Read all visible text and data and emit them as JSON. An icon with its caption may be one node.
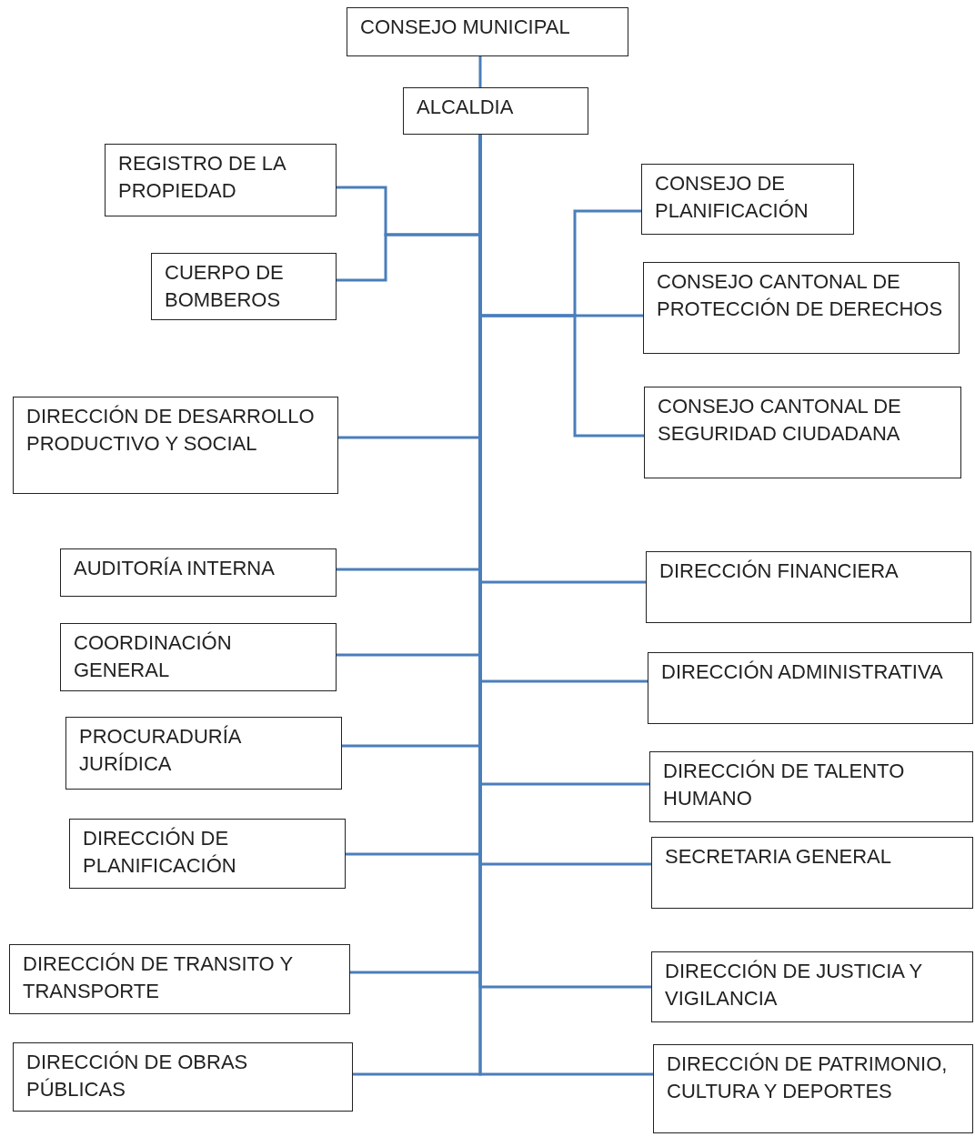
{
  "diagram": {
    "nodes": [
      {
        "text": [
          "CONSEJO MUNICIPAL"
        ]
      },
      {
        "text": [
          "ALCALDIA"
        ]
      },
      {
        "text": [
          "REGISTRO DE LA PROPIEDAD"
        ]
      },
      {
        "text": [
          "CONSEJO DE PLANIFICACIÓN"
        ]
      },
      {
        "text": [
          "CUERPO DE BOMBEROS"
        ]
      },
      {
        "text": [
          "CONSEJO CANTONAL DE PROTECCIÓN DE DERECHOS"
        ]
      },
      {
        "text": [
          "DIRECCIÓN DE DESARROLLO PRODUCTIVO Y SOCIAL"
        ]
      },
      {
        "text": [
          "CONSEJO CANTONAL DE SEGURIDAD CIUDADANA"
        ]
      },
      {
        "text": [
          "AUDITORÍA INTERNA"
        ]
      },
      {
        "text": [
          "DIRECCIÓN FINANCIERA"
        ]
      },
      {
        "text": [
          "COORDINACIÓN GENERAL"
        ]
      },
      {
        "text": [
          "DIRECCIÓN ADMINISTRATIVA"
        ]
      },
      {
        "text": [
          "PROCURADURÍA JURÍDICA"
        ]
      },
      {
        "text": [
          "DIRECCIÓN DE TALENTO HUMANO"
        ]
      },
      {
        "text": [
          "DIRECCIÓN DE PLANIFICACIÓN"
        ]
      },
      {
        "text": [
          "SECRETARIA GENERAL"
        ]
      },
      {
        "text": [
          "DIRECCIÓN DE TRANSITO Y TRANSPORTE"
        ]
      },
      {
        "text": [
          "DIRECCIÓN DE JUSTICIA Y VIGILANCIA"
        ]
      },
      {
        "text": [
          "DIRECCIÓN DE OBRAS PÚBLICAS"
        ]
      },
      {
        "text": [
          "DIRECCIÓN DE PATRIMONIO, CULTURA Y DEPORTES"
        ]
      }
    ],
    "edges": [
      {
        "from": 0,
        "to": 1,
        "arrow": "none"
      },
      {
        "from": 1,
        "to": 2,
        "arrow": "none"
      },
      {
        "from": 1,
        "to": 3,
        "arrow": "none"
      },
      {
        "from": 1,
        "to": 4,
        "arrow": "none"
      },
      {
        "from": 1,
        "to": 5,
        "arrow": "none"
      },
      {
        "from": 1,
        "to": 6,
        "arrow": "none"
      },
      {
        "from": 1,
        "to": 7,
        "arrow": "none"
      },
      {
        "from": 1,
        "to": 8,
        "arrow": "none"
      },
      {
        "from": 1,
        "to": 9,
        "arrow": "none"
      },
      {
        "from": 1,
        "to": 10,
        "arrow": "none"
      },
      {
        "from": 1,
        "to": 11,
        "arrow": "none"
      },
      {
        "from": 1,
        "to": 12,
        "arrow": "none"
      },
      {
        "from": 1,
        "to": 13,
        "arrow": "none"
      },
      {
        "from": 1,
        "to": 14,
        "arrow": "none"
      },
      {
        "from": 1,
        "to": 15,
        "arrow": "none"
      },
      {
        "from": 1,
        "to": 16,
        "arrow": "none"
      },
      {
        "from": 1,
        "to": 17,
        "arrow": "none"
      },
      {
        "from": 1,
        "to": 18,
        "arrow": "none"
      },
      {
        "from": 1,
        "to": 19,
        "arrow": "none"
      }
    ]
  }
}
